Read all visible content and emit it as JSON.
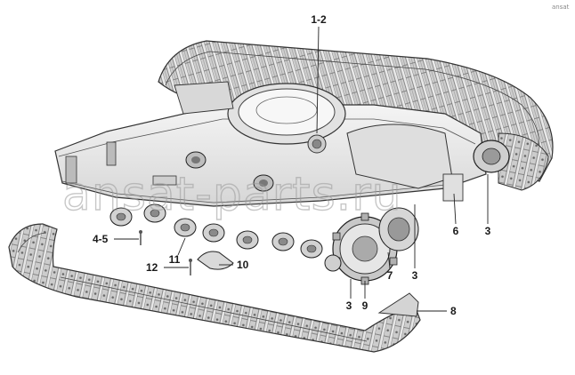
{
  "watermark": "ansat-parts.ru",
  "corner_mark": "ansat",
  "callouts": {
    "c1_2": "1-2",
    "c3_idler_right": "3",
    "c6": "6",
    "c3_sprocket": "3",
    "c7": "7",
    "c4_5": "4-5",
    "c11": "11",
    "c12": "12",
    "c10": "10",
    "c3_bottom": "3",
    "c9": "9",
    "c8": "8"
  }
}
